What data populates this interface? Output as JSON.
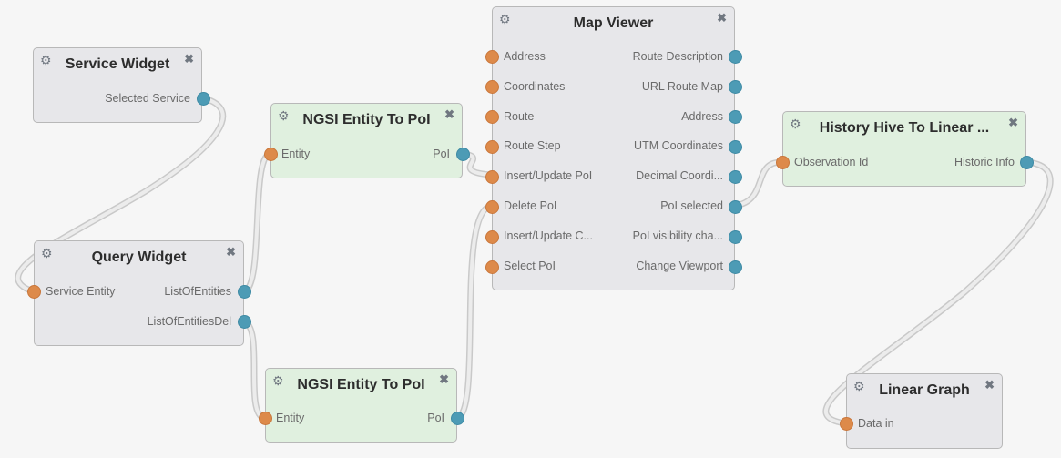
{
  "colors": {
    "background": "#f6f6f6",
    "widget_fill": "#e7e7ea",
    "operator_fill": "#e0f0df",
    "input_endpoint": "#dd8a4a",
    "output_endpoint": "#4d9bb5",
    "wire": "#d6d6d6"
  },
  "icons": {
    "settings": "gear-icon",
    "close": "close-icon"
  },
  "nodes": {
    "service_widget": {
      "title": "Service Widget",
      "outputs": [
        "Selected Service"
      ]
    },
    "query_widget": {
      "title": "Query Widget",
      "inputs": [
        "Service Entity"
      ],
      "outputs": [
        "ListOfEntities",
        "ListOfEntitiesDel"
      ]
    },
    "ngsi_top": {
      "title": "NGSI Entity To PoI",
      "inputs": [
        "Entity"
      ],
      "outputs": [
        "PoI"
      ]
    },
    "ngsi_bottom": {
      "title": "NGSI Entity To PoI",
      "inputs": [
        "Entity"
      ],
      "outputs": [
        "PoI"
      ]
    },
    "map_viewer": {
      "title": "Map Viewer",
      "inputs": [
        "Address",
        "Coordinates",
        "Route",
        "Route Step",
        "Insert/Update PoI",
        "Delete PoI",
        "Insert/Update C...",
        "Select PoI"
      ],
      "outputs": [
        "Route Description",
        "URL Route Map",
        "Address",
        "UTM Coordinates",
        "Decimal Coordi...",
        "PoI selected",
        "PoI visibility cha...",
        "Change Viewport"
      ]
    },
    "history_hive": {
      "title": "History Hive To Linear ...",
      "inputs": [
        "Observation Id"
      ],
      "outputs": [
        "Historic Info"
      ]
    },
    "linear_graph": {
      "title": "Linear Graph",
      "inputs": [
        "Data in"
      ]
    }
  }
}
